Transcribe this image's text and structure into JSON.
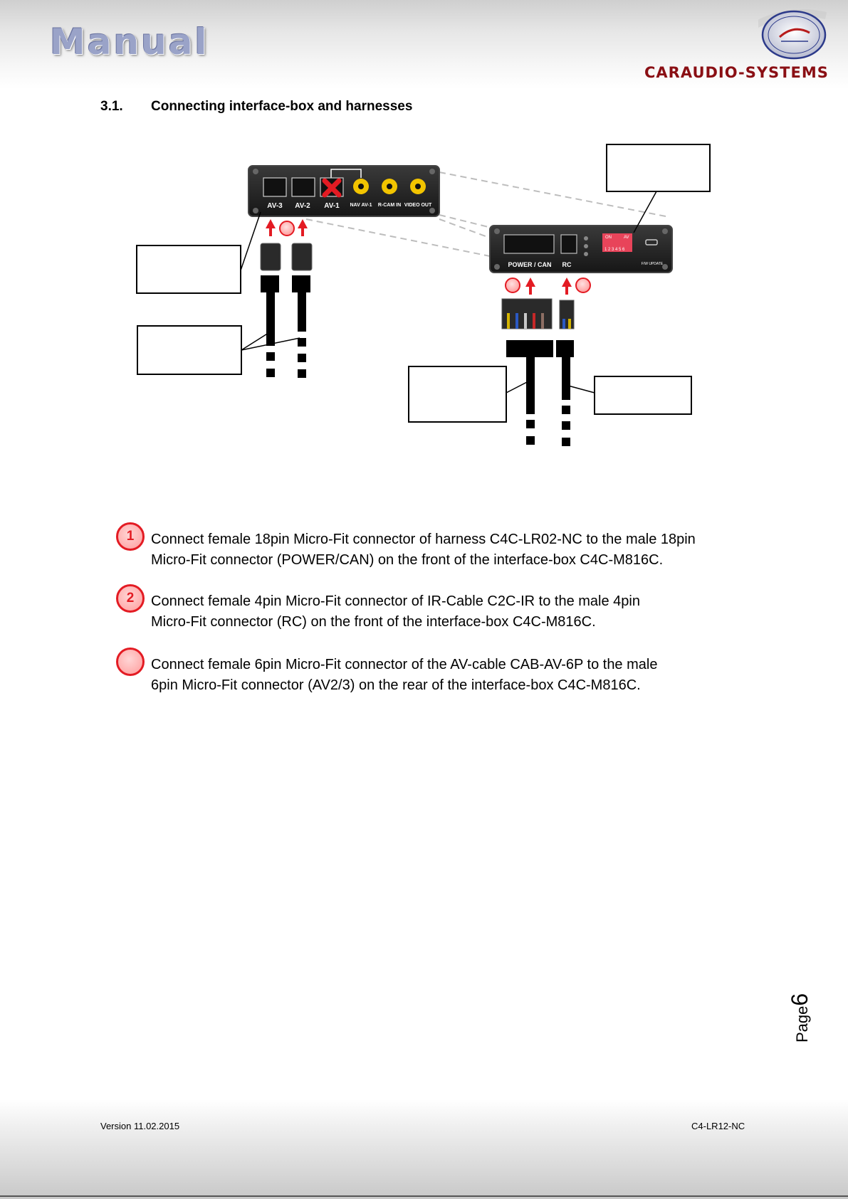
{
  "header": {
    "title": "Manual",
    "brand": "CARAUDIO-SYSTEMS",
    "colors": {
      "title": "#9aa3c8",
      "brand": "#8a0f14"
    }
  },
  "section": {
    "number": "3.1.",
    "title": "Connecting interface-box and harnesses"
  },
  "diagram": {
    "rear_panel": {
      "ports": [
        "AV-3",
        "AV-2",
        "AV-1",
        "NAV AV-1",
        "R-CAM IN",
        "VIDEO OUT"
      ]
    },
    "front_panel": {
      "ports": [
        "POWER / CAN",
        "RC"
      ],
      "switch_labels": {
        "on": "ON",
        "av": "AV",
        "digits": "1 2 3 4 5 6"
      },
      "update_label": "F/W UPDATE"
    },
    "accent_color": "#e31b23"
  },
  "steps": [
    {
      "badge": "1",
      "line1": "Connect female 18pin Micro-Fit connector of harness C4C-LR02-NC to the male 18pin",
      "line2": "Micro-Fit connector (POWER/CAN) on the front of the interface-box C4C-M816C."
    },
    {
      "badge": "2",
      "line1": "Connect female 4pin Micro-Fit connector of IR-Cable C2C-IR to the male 4pin",
      "line2": "Micro-Fit connector (RC) on the front of the interface-box C4C-M816C."
    },
    {
      "badge": "",
      "line1": "Connect female 6pin Micro-Fit connector of the AV-cable CAB-AV-6P to the male",
      "line2": "6pin Micro-Fit connector (AV2/3) on the rear of the interface-box C4C-M816C."
    }
  ],
  "footer": {
    "version": "Version 11.02.2015",
    "code": "C4-LR12-NC",
    "page_word": "Page",
    "page_number": "6"
  }
}
